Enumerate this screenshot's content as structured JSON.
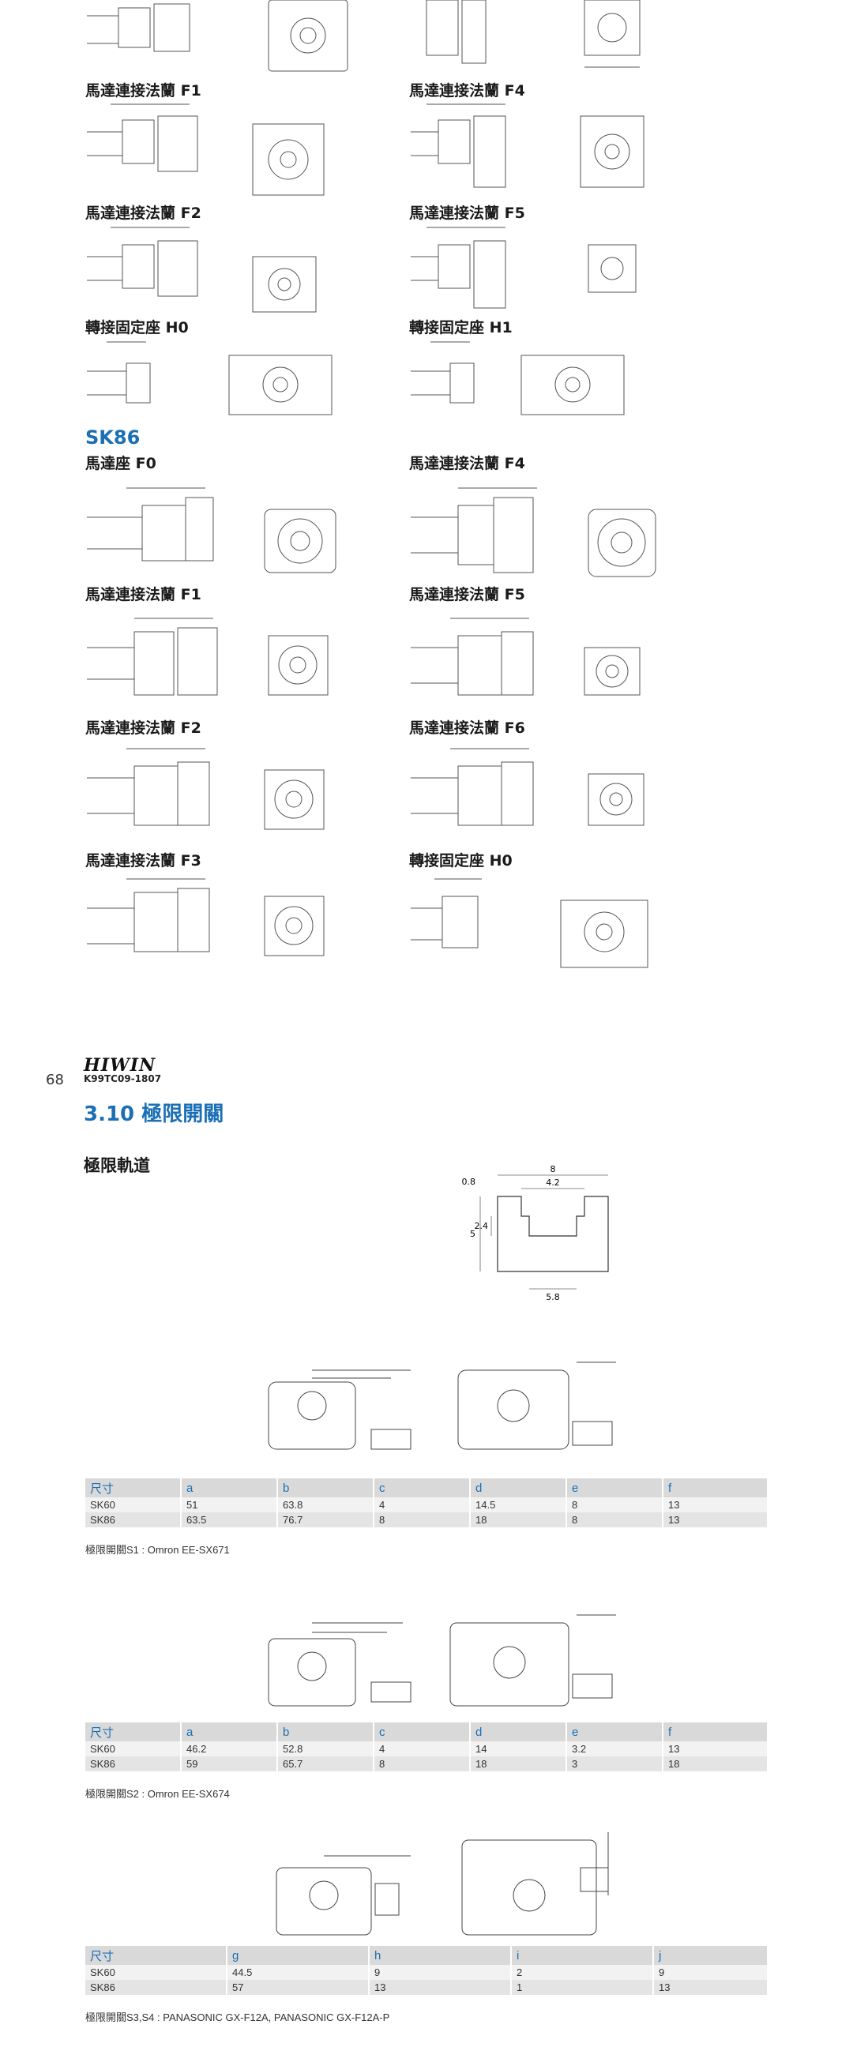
{
  "sk60_left_headings": [
    "馬達連接法蘭 F1",
    "馬達連接法蘭 F2",
    "轉接固定座 H0"
  ],
  "sk60_right_headings": [
    "馬達連接法蘭 F4",
    "馬達連接法蘭 F5",
    "轉接固定座 H1"
  ],
  "sk86": {
    "title": "SK86",
    "left_headings": [
      "馬達座 F0",
      "馬達連接法蘭 F1",
      "馬達連接法蘭 F2",
      "馬達連接法蘭 F3"
    ],
    "right_headings": [
      "馬達連接法蘭 F4",
      "馬達連接法蘭 F5",
      "馬達連接法蘭 F6",
      "轉接固定座 H0"
    ]
  },
  "page": {
    "number": "68",
    "brand": "HIWIN",
    "doc_code": "K99TC09-1807"
  },
  "section": {
    "title": "3.10 極限開關",
    "rail_heading": "極限軌道",
    "rail_dims": {
      "top_width": "8",
      "slot_width": "4.2",
      "height": "5",
      "lip": "0.8",
      "slot_depth": "2.4",
      "bottom_width": "5.8"
    }
  },
  "tables": [
    {
      "headers": [
        "尺寸",
        "a",
        "b",
        "c",
        "d",
        "e",
        "f"
      ],
      "rows": [
        [
          "SK60",
          "51",
          "63.8",
          "4",
          "14.5",
          "8",
          "13"
        ],
        [
          "SK86",
          "63.5",
          "76.7",
          "8",
          "18",
          "8",
          "13"
        ]
      ],
      "caption": "極限開關S1 : Omron EE-SX671"
    },
    {
      "headers": [
        "尺寸",
        "a",
        "b",
        "c",
        "d",
        "e",
        "f"
      ],
      "rows": [
        [
          "SK60",
          "46.2",
          "52.8",
          "4",
          "14",
          "3.2",
          "13"
        ],
        [
          "SK86",
          "59",
          "65.7",
          "8",
          "18",
          "3",
          "18"
        ]
      ],
      "caption": "極限開關S2 : Omron EE-SX674"
    },
    {
      "headers": [
        "尺寸",
        "g",
        "h",
        "i",
        "j"
      ],
      "rows": [
        [
          "SK60",
          "44.5",
          "9",
          "2",
          "9"
        ],
        [
          "SK86",
          "57",
          "13",
          "1",
          "13"
        ]
      ],
      "caption": "極限開關S3,S4 : PANASONIC GX-F12A, PANASONIC GX-F12A-P"
    }
  ],
  "colors": {
    "accent": "#1a6fb5",
    "header_bg": "#d9d9d9"
  }
}
